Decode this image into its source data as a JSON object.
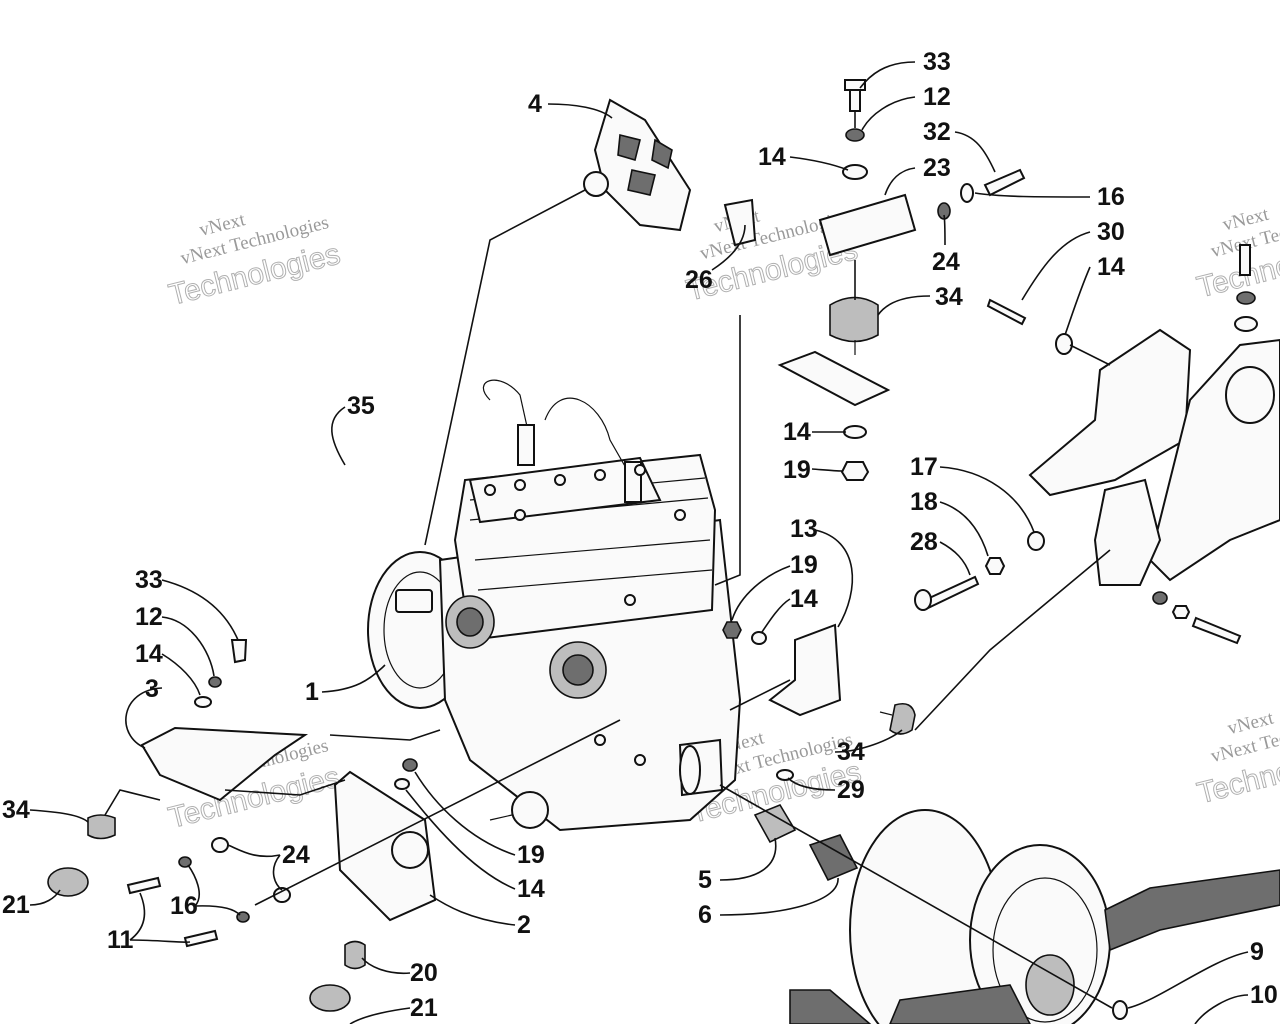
{
  "diagram": {
    "watermark": {
      "line1": "vNext",
      "line2": "vNext Technologies",
      "line3": "Technologies"
    },
    "callouts": [
      {
        "id": "c33a",
        "label": "33"
      },
      {
        "id": "c12a",
        "label": "12"
      },
      {
        "id": "c32",
        "label": "32"
      },
      {
        "id": "c14a",
        "label": "14"
      },
      {
        "id": "c23",
        "label": "23"
      },
      {
        "id": "c16a",
        "label": "16"
      },
      {
        "id": "c24a",
        "label": "24"
      },
      {
        "id": "c34a",
        "label": "34"
      },
      {
        "id": "c30",
        "label": "30"
      },
      {
        "id": "c14b",
        "label": "14"
      },
      {
        "id": "c4",
        "label": "4"
      },
      {
        "id": "c26",
        "label": "26"
      },
      {
        "id": "c35",
        "label": "35"
      },
      {
        "id": "c14c",
        "label": "14"
      },
      {
        "id": "c19a",
        "label": "19"
      },
      {
        "id": "c17",
        "label": "17"
      },
      {
        "id": "c18",
        "label": "18"
      },
      {
        "id": "c28",
        "label": "28"
      },
      {
        "id": "c13",
        "label": "13"
      },
      {
        "id": "c19b",
        "label": "19"
      },
      {
        "id": "c14d",
        "label": "14"
      },
      {
        "id": "c33b",
        "label": "33"
      },
      {
        "id": "c12b",
        "label": "12"
      },
      {
        "id": "c14e",
        "label": "14"
      },
      {
        "id": "c3",
        "label": "3"
      },
      {
        "id": "c1",
        "label": "1"
      },
      {
        "id": "c34b",
        "label": "34"
      },
      {
        "id": "c34c",
        "label": "34"
      },
      {
        "id": "c29",
        "label": "29"
      },
      {
        "id": "c19c",
        "label": "19"
      },
      {
        "id": "c14f",
        "label": "14"
      },
      {
        "id": "c24b",
        "label": "24"
      },
      {
        "id": "c16b",
        "label": "16"
      },
      {
        "id": "c21a",
        "label": "21"
      },
      {
        "id": "c11",
        "label": "11"
      },
      {
        "id": "c2",
        "label": "2"
      },
      {
        "id": "c5",
        "label": "5"
      },
      {
        "id": "c6",
        "label": "6"
      },
      {
        "id": "c20",
        "label": "20"
      },
      {
        "id": "c21b",
        "label": "21"
      },
      {
        "id": "c9",
        "label": "9"
      },
      {
        "id": "c10",
        "label": "10"
      }
    ]
  }
}
